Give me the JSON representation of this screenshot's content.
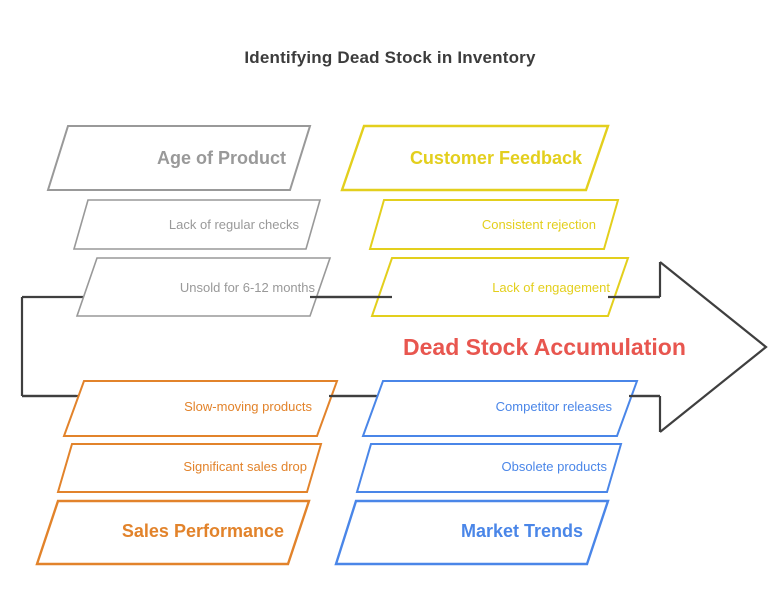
{
  "chart_data": {
    "type": "diagram",
    "diagram_type": "fishbone-ishikawa",
    "title": "Identifying Dead Stock in Inventory",
    "effect": "Dead Stock Accumulation",
    "categories": [
      {
        "name": "Age of Product",
        "color": "#999999",
        "position": "top-left",
        "causes": [
          "Lack of regular checks",
          "Unsold for 6-12 months"
        ]
      },
      {
        "name": "Customer Feedback",
        "color": "#e3cf1d",
        "position": "top-right",
        "causes": [
          "Consistent rejection",
          "Lack of engagement"
        ]
      },
      {
        "name": "Sales Performance",
        "color": "#e2832b",
        "position": "bottom-left",
        "causes": [
          "Slow-moving products",
          "Significant sales drop"
        ]
      },
      {
        "name": "Market Trends",
        "color": "#4a86e8",
        "position": "bottom-right",
        "causes": [
          "Competitor releases",
          "Obsolete products"
        ]
      }
    ]
  },
  "title": "Identifying Dead Stock in Inventory",
  "spine": {
    "effect_label": "Dead Stock Accumulation",
    "effect_color": "#e8564f",
    "line_color": "#3f3f3f"
  },
  "colors": {
    "gray": "#999999",
    "yellow": "#e3cf1d",
    "orange": "#e2832b",
    "blue": "#4a86e8",
    "red": "#e8564f",
    "spine": "#3f3f3f",
    "title": "#3c3c3c"
  },
  "groups": {
    "age_of_product": {
      "header": "Age of Product",
      "cause_1": "Lack of regular checks",
      "cause_2": "Unsold for 6-12 months"
    },
    "customer_feedback": {
      "header": "Customer Feedback",
      "cause_1": "Consistent rejection",
      "cause_2": "Lack of engagement"
    },
    "sales_performance": {
      "header": "Sales Performance",
      "cause_1": "Slow-moving products",
      "cause_2": "Significant sales drop"
    },
    "market_trends": {
      "header": "Market Trends",
      "cause_1": "Competitor releases",
      "cause_2": "Obsolete products"
    }
  }
}
